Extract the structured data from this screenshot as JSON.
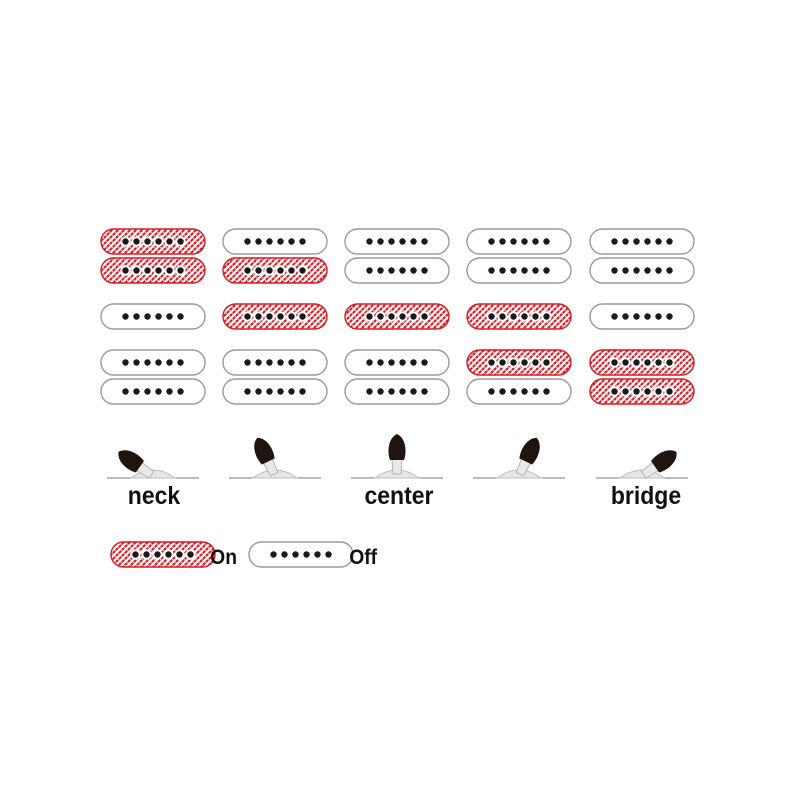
{
  "colors": {
    "on": "#d51c24",
    "off": "#ffffff",
    "outline": "#9a9a9a",
    "pole": "#1a1a1a",
    "lever_tip": "#1f1410",
    "ground_line": "#7a7a7a"
  },
  "positions": [
    {
      "label": "neck",
      "pickups": {
        "neck": [
          "on",
          "on"
        ],
        "middle": "off",
        "bridge": [
          "off",
          "off"
        ]
      },
      "lever_angle": -55
    },
    {
      "label": "",
      "pickups": {
        "neck": [
          "off",
          "on"
        ],
        "middle": "on",
        "bridge": [
          "off",
          "off"
        ]
      },
      "lever_angle": -25
    },
    {
      "label": "center",
      "pickups": {
        "neck": [
          "off",
          "off"
        ],
        "middle": "on",
        "bridge": [
          "off",
          "off"
        ]
      },
      "lever_angle": 0
    },
    {
      "label": "",
      "pickups": {
        "neck": [
          "off",
          "off"
        ],
        "middle": "on",
        "bridge": [
          "on",
          "off"
        ]
      },
      "lever_angle": 25
    },
    {
      "label": "bridge",
      "pickups": {
        "neck": [
          "off",
          "off"
        ],
        "middle": "off",
        "bridge": [
          "on",
          "on"
        ]
      },
      "lever_angle": 55
    }
  ],
  "legend": {
    "on_label": "On",
    "off_label": "Off"
  },
  "pole_count": 6
}
